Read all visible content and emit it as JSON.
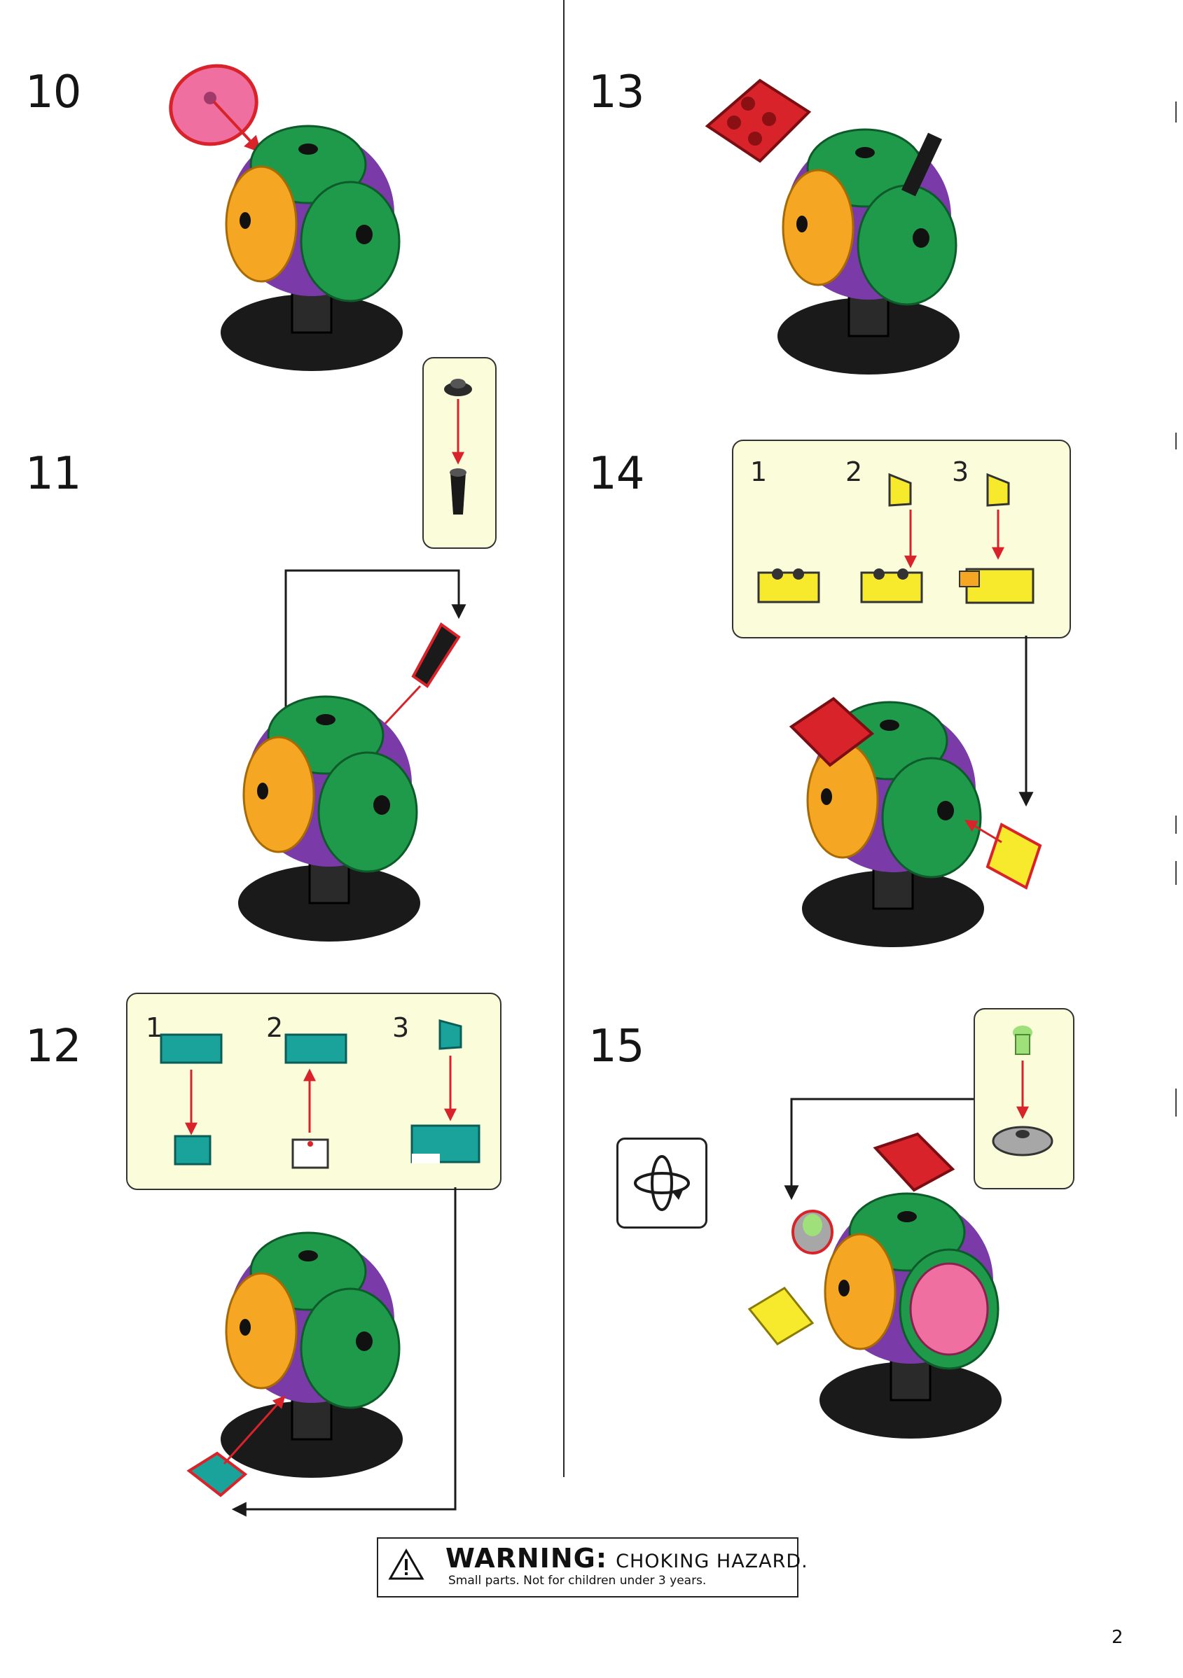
{
  "steps": {
    "s10": "10",
    "s11": "11",
    "s12": "12",
    "s13": "13",
    "s14": "14",
    "s15": "15"
  },
  "step12_substeps": [
    "1",
    "2",
    "3"
  ],
  "step14_substeps": [
    "1",
    "2",
    "3"
  ],
  "warning": {
    "headline": "WARNING:",
    "hazard": "CHOKING HAZARD.",
    "detail": "Small parts. Not for children under 3 years."
  },
  "page_number": "2",
  "colors": {
    "green": "#1f9a4a",
    "purple": "#7a3aa8",
    "orange": "#f5a623",
    "pink": "#ee6fa0",
    "red": "#d9232a",
    "teal": "#1aa39a",
    "yellow": "#f7ea2c",
    "black": "#1a1a1a",
    "panel": "#fbfcd9",
    "arrow": "#d9232a"
  },
  "icons": {
    "warning": "warning-triangle-icon",
    "rotate": "rotate-model-icon"
  }
}
